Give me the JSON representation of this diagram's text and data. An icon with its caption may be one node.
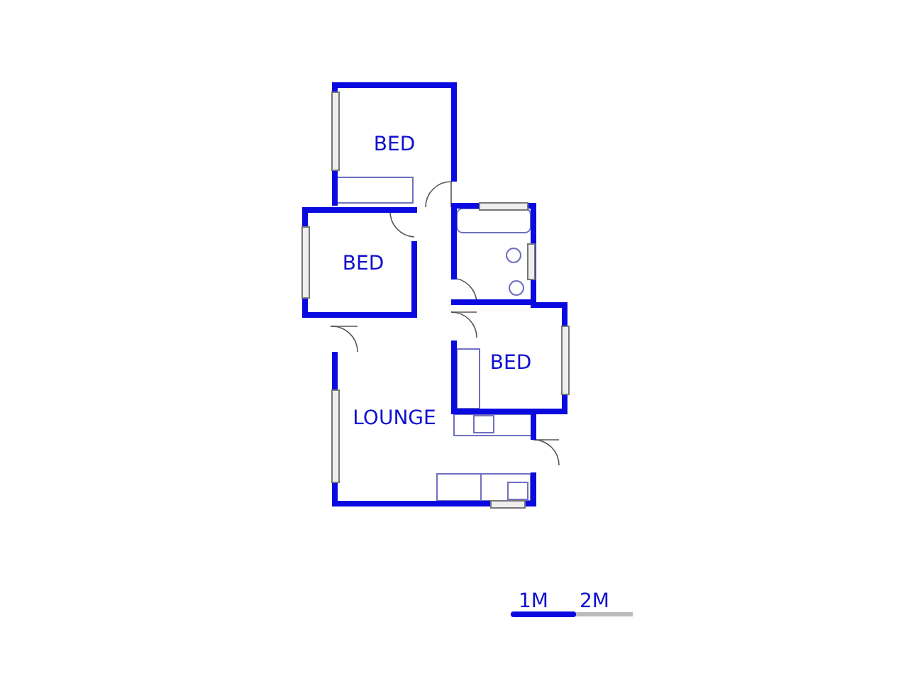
{
  "diagram": {
    "labels": [
      "BED",
      "BED",
      "BED",
      "LOUNGE",
      "1M",
      "2M"
    ]
  }
}
